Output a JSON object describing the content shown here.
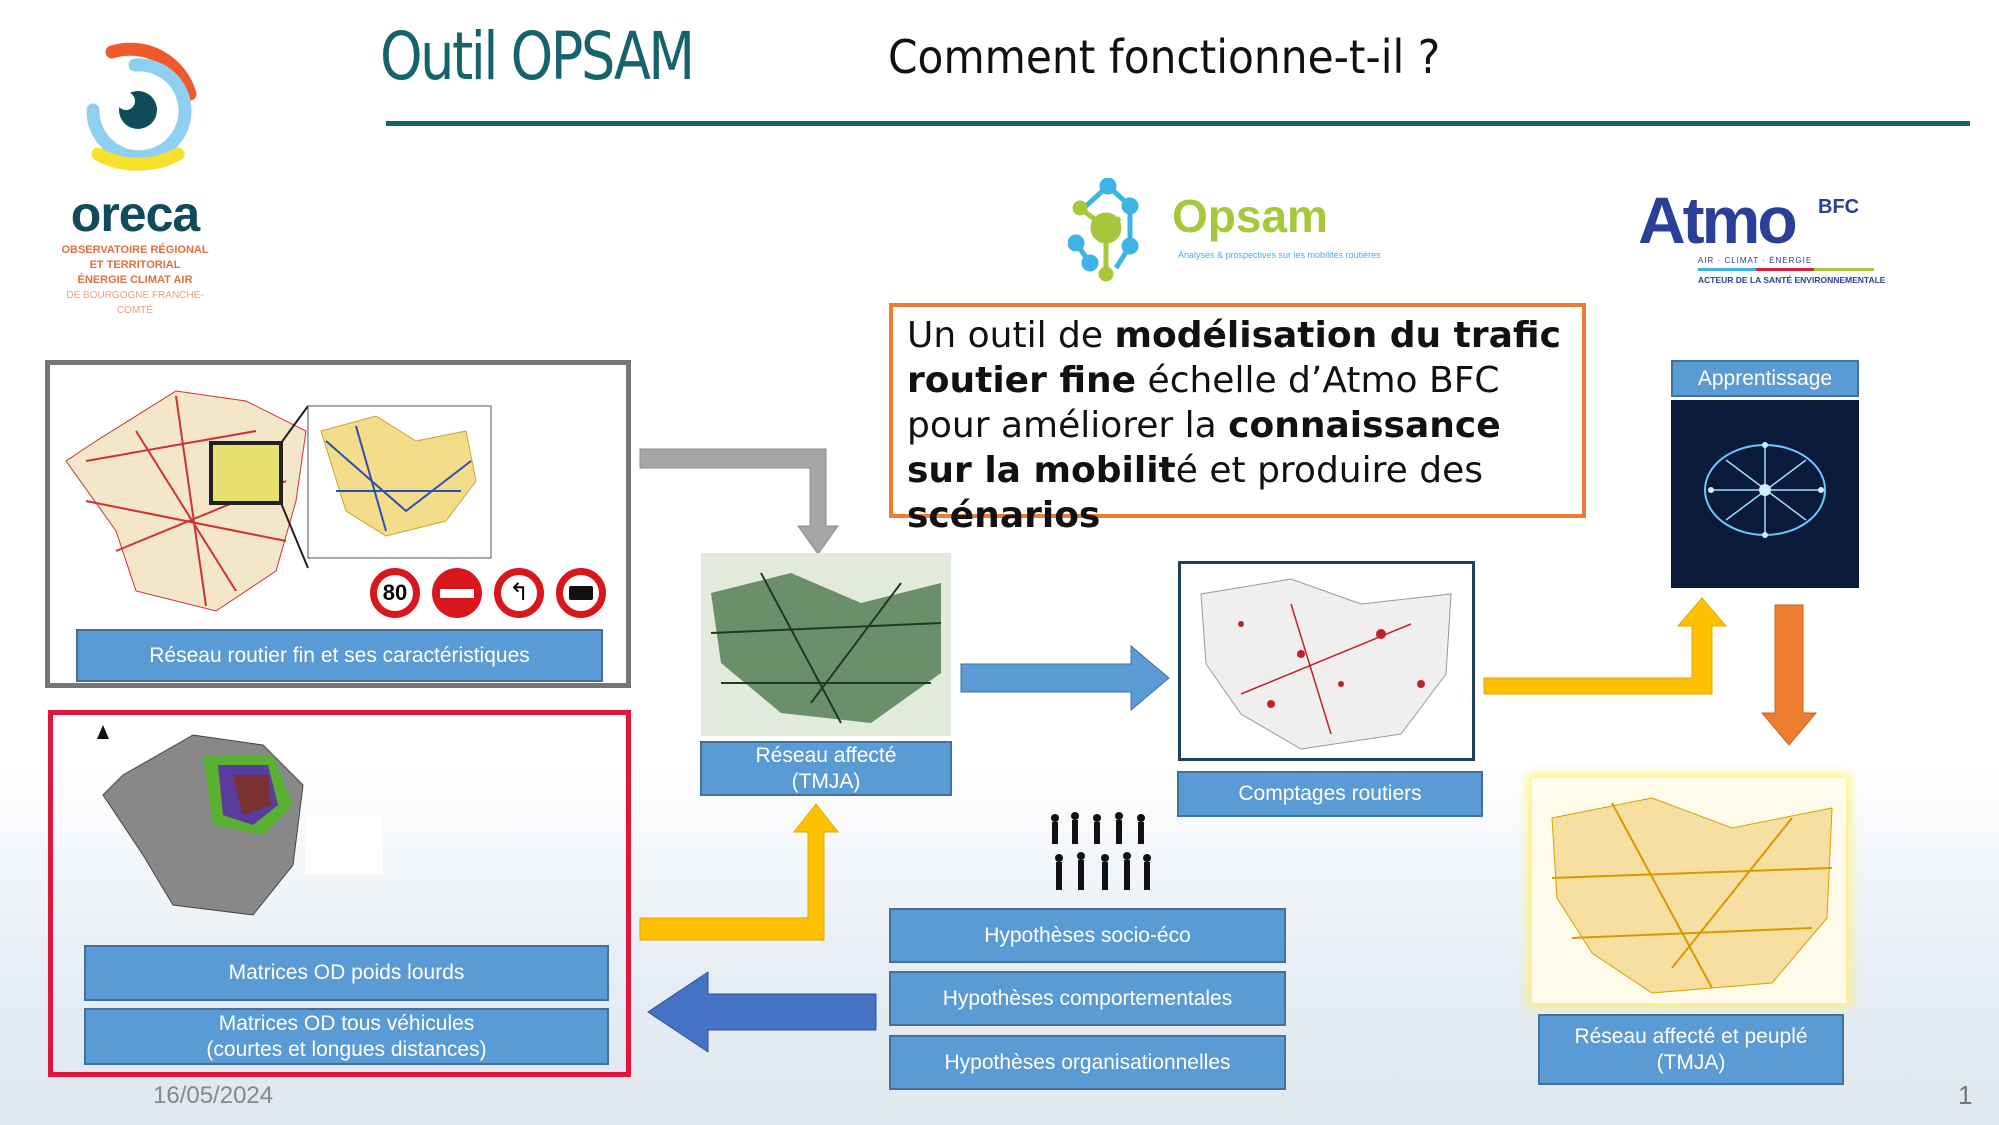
{
  "header": {
    "title": "Outil OPSAM",
    "subtitle": "Comment fonctionne-t-il ?"
  },
  "logos": {
    "oreca": {
      "name": "oreca",
      "lines": [
        "OBSERVATOIRE RÉGIONAL",
        "ET TERRITORIAL",
        "ÉNERGIE CLIMAT AIR",
        "DE BOURGOGNE FRANCHE-COMTÉ"
      ]
    },
    "opsam": {
      "name": "Opsam",
      "tagline": "Analyses & prospectives sur les mobilités routières"
    },
    "atmo": {
      "name": "Atmo",
      "sup": "BFC",
      "line1": "AIR · CLIMAT · ÉNERGIE",
      "line2": "ACTEUR DE LA SANTÉ ENVIRONNEMENTALE"
    }
  },
  "description": {
    "p1": "Un outil de ",
    "b1": "modélisation du trafic routier fine",
    "p2": " échelle d’Atmo BFC pour améliorer la ",
    "b2": "connaissance sur la mobilit",
    "p3": "é et produire des ",
    "b3": "scénarios"
  },
  "blocks": {
    "road_network": "Réseau routier fin et ses caractéristiques",
    "speed_sign": "80",
    "od_heavy": "Matrices OD poids lourds",
    "od_all": "Matrices OD tous véhicules",
    "od_all_sub": "(courtes et longues distances)",
    "assigned": "Réseau affecté",
    "assigned_sub": "(TMJA)",
    "counts": "Comptages routiers",
    "learning": "Apprentissage",
    "populated": "Réseau affecté et peuplé",
    "populated_sub": "(TMJA)",
    "hyp_socio": "Hypothèses socio-éco",
    "hyp_behav": "Hypothèses comportementales",
    "hyp_org": "Hypothèses organisationnelles"
  },
  "footer": {
    "date": "16/05/2024",
    "page": "1"
  },
  "colors": {
    "teal": "#16636b",
    "label_blue": "#5b9bd5",
    "orange": "#ed7d31",
    "red": "#e0163a",
    "yellow": "#ffc000"
  }
}
